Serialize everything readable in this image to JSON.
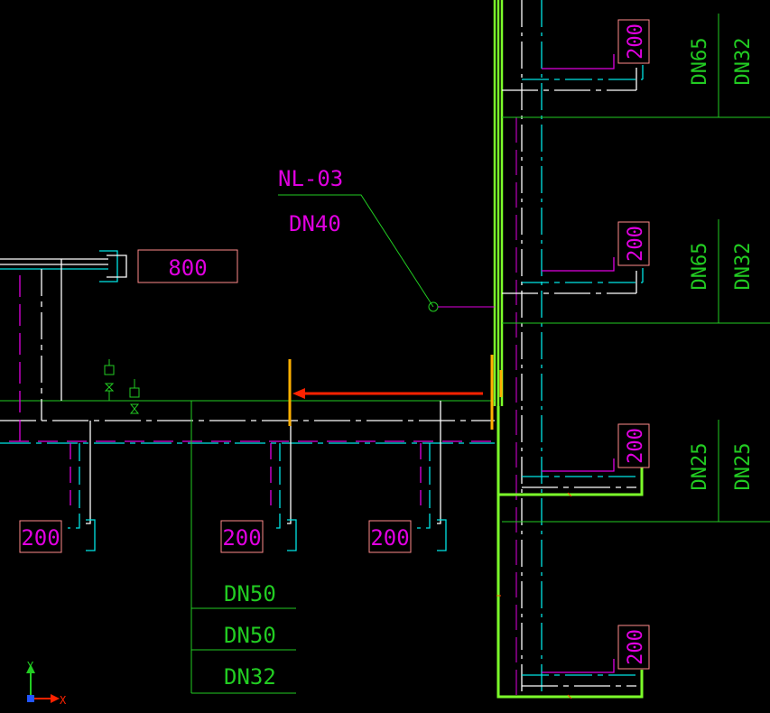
{
  "drawing": {
    "leader_label_top": "NL-03",
    "leader_label_bottom": "DN40",
    "big_box_label": "800",
    "terminal_labels": [
      "200",
      "200",
      "200",
      "200",
      "200",
      "200",
      "200"
    ],
    "left_table": [
      "DN50",
      "DN50",
      "DN32"
    ],
    "right_columns": [
      {
        "col1": "DN65",
        "col2": "DN32"
      },
      {
        "col1": "DN65",
        "col2": "DN32"
      },
      {
        "col1": "DN25",
        "col2": "DN25"
      }
    ]
  },
  "ucs": {
    "y_axis": "Y",
    "x_axis": "X"
  },
  "colors": {
    "background": "#000000",
    "pipe_white": "#ffffff",
    "pipe_cyan": "#00e5e5",
    "line_green": "#22cc22",
    "highlight_green": "#7cff2a",
    "magenta": "#e000e0",
    "box_border": "#ff8a8a",
    "marker_orange": "#ffb000",
    "arrow_red": "#ff2200"
  }
}
